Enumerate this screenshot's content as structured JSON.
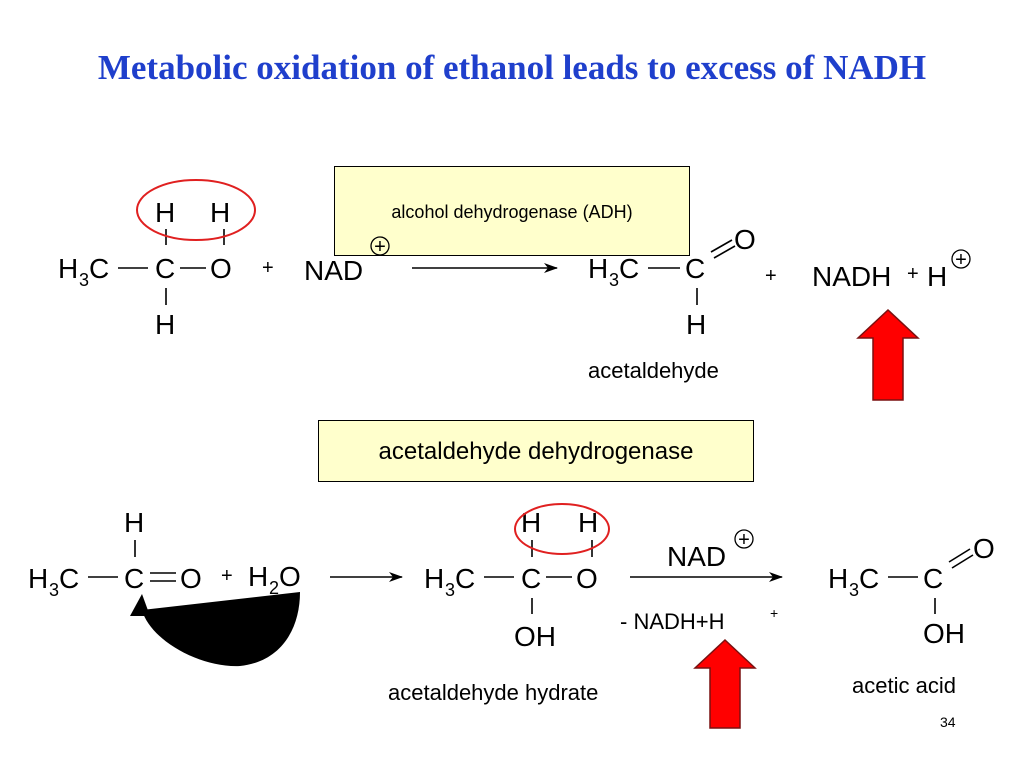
{
  "title": "Metabolic oxidation of ethanol leads to excess of NADH",
  "enzymes": {
    "adh": "alcohol dehydrogenase (ADH)",
    "aldh": "acetaldehyde dehydrogenase"
  },
  "atoms": {
    "H": "H",
    "C": "C",
    "O": "O",
    "OH": "OH",
    "H3C_main": "H",
    "sub3": "3",
    "H2O_main": "H",
    "sub2": "2",
    "NAD": "NAD",
    "NADH": "NADH",
    "plus": "+",
    "plus_circle": "+"
  },
  "labels": {
    "acetaldehyde": "acetaldehyde",
    "acetaldehyde_hydrate": "acetaldehyde hydrate",
    "acetic_acid": "acetic acid",
    "nadh_h": "- NADH+H"
  },
  "page_number": "34",
  "colors": {
    "title": "#1f3fcc",
    "highlight_circle": "#e02020",
    "arrow_fill": "#ff0000",
    "box_fill": "#ffffcc"
  }
}
